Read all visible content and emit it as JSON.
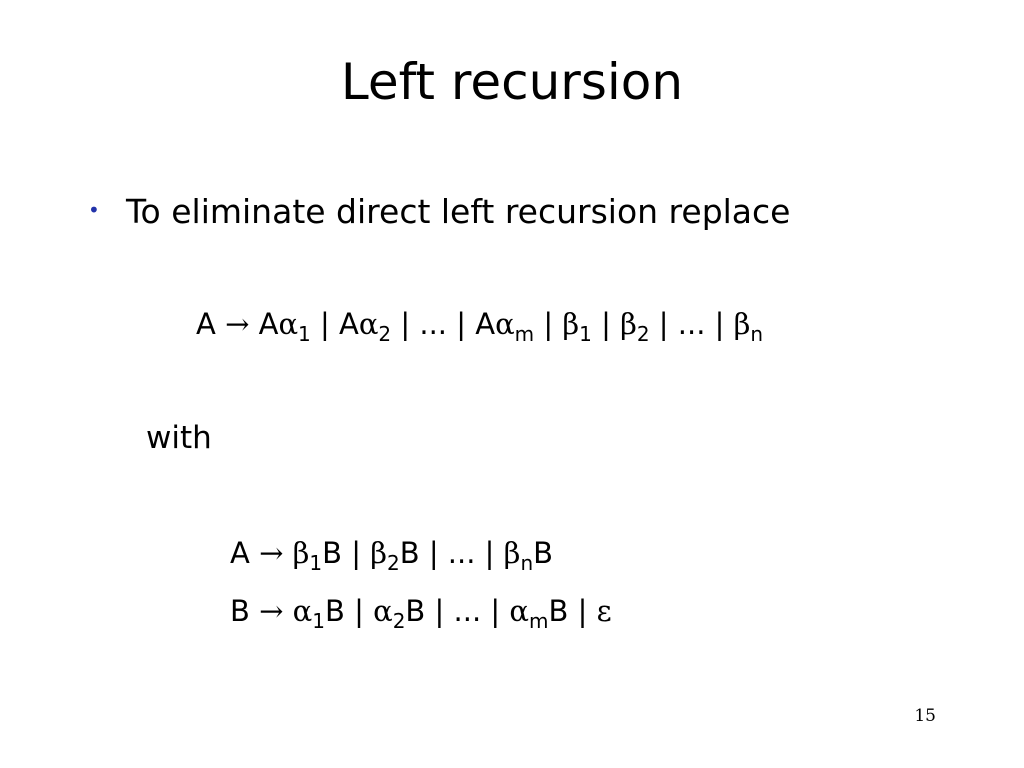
{
  "slide": {
    "title": "Left recursion",
    "bullet": {
      "marker": "•",
      "marker_color": "#2233aa",
      "text": "To eliminate direct left recursion replace"
    },
    "original_rule": [
      {
        "text": "A ",
        "greek": false
      },
      {
        "text": "→",
        "greek": true
      },
      {
        "text": " A",
        "greek": false
      },
      {
        "text": "α",
        "greek": true
      },
      {
        "sub": "1"
      },
      {
        "text": " | A",
        "greek": false
      },
      {
        "text": "α",
        "greek": true
      },
      {
        "sub": "2"
      },
      {
        "text": " | ... | A",
        "greek": false
      },
      {
        "text": "α",
        "greek": true
      },
      {
        "sub": "m"
      },
      {
        "text": " | ",
        "greek": false
      },
      {
        "text": "β",
        "greek": true
      },
      {
        "sub": "1"
      },
      {
        "text": " | ",
        "greek": false
      },
      {
        "text": "β",
        "greek": true
      },
      {
        "sub": "2"
      },
      {
        "text": " | ... | ",
        "greek": false
      },
      {
        "text": "β",
        "greek": true
      },
      {
        "sub": "n"
      }
    ],
    "with_label": "with",
    "new_rule_a": [
      {
        "text": "A ",
        "greek": false
      },
      {
        "text": "→",
        "greek": true
      },
      {
        "text": " ",
        "greek": false
      },
      {
        "text": "β",
        "greek": true
      },
      {
        "sub": "1"
      },
      {
        "text": "B | ",
        "greek": false
      },
      {
        "text": "β",
        "greek": true
      },
      {
        "sub": "2"
      },
      {
        "text": "B | ... | ",
        "greek": false
      },
      {
        "text": "β",
        "greek": true
      },
      {
        "sub": "n"
      },
      {
        "text": "B",
        "greek": false
      }
    ],
    "new_rule_b": [
      {
        "text": "B ",
        "greek": false
      },
      {
        "text": "→",
        "greek": true
      },
      {
        "text": " ",
        "greek": false
      },
      {
        "text": "α",
        "greek": true
      },
      {
        "sub": "1"
      },
      {
        "text": "B | ",
        "greek": false
      },
      {
        "text": "α",
        "greek": true
      },
      {
        "sub": "2"
      },
      {
        "text": "B | ... | ",
        "greek": false
      },
      {
        "text": "α",
        "greek": true
      },
      {
        "sub": "m"
      },
      {
        "text": "B | ",
        "greek": false
      },
      {
        "text": "ε",
        "greek": true
      }
    ],
    "page_number": "15"
  }
}
